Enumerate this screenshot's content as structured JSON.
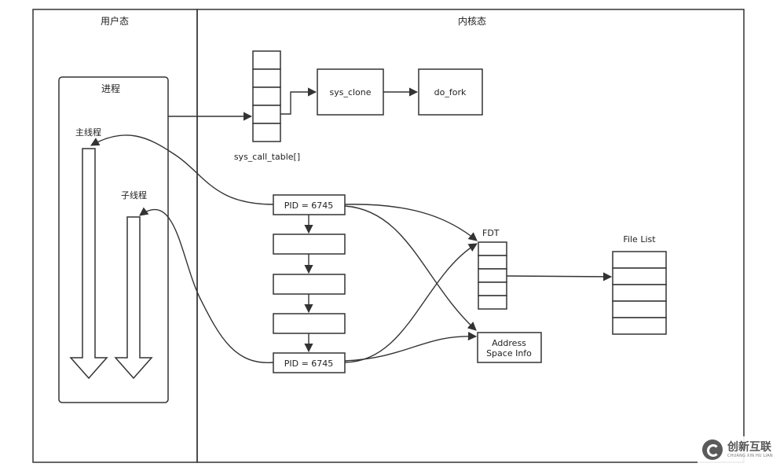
{
  "regions": {
    "user_space": "用户态",
    "kernel_space": "内核态"
  },
  "process": {
    "title": "进程",
    "main_thread": "主线程",
    "child_thread": "子线程"
  },
  "syscall": {
    "table_label": "sys_call_table[]",
    "clone": "sys_clone",
    "fork": "do_fork"
  },
  "task_chain": {
    "pid_top": "PID = 6745",
    "pid_bottom": "PID = 6745"
  },
  "fdt_label": "FDT",
  "file_list_label": "File List",
  "address_space": {
    "line1": "Address",
    "line2": "Space Info"
  },
  "watermark": {
    "name": "创新互联",
    "subtitle": "CHUANG XIN HU LIAN",
    "logo_icon": "chuangxin-logo-icon"
  }
}
